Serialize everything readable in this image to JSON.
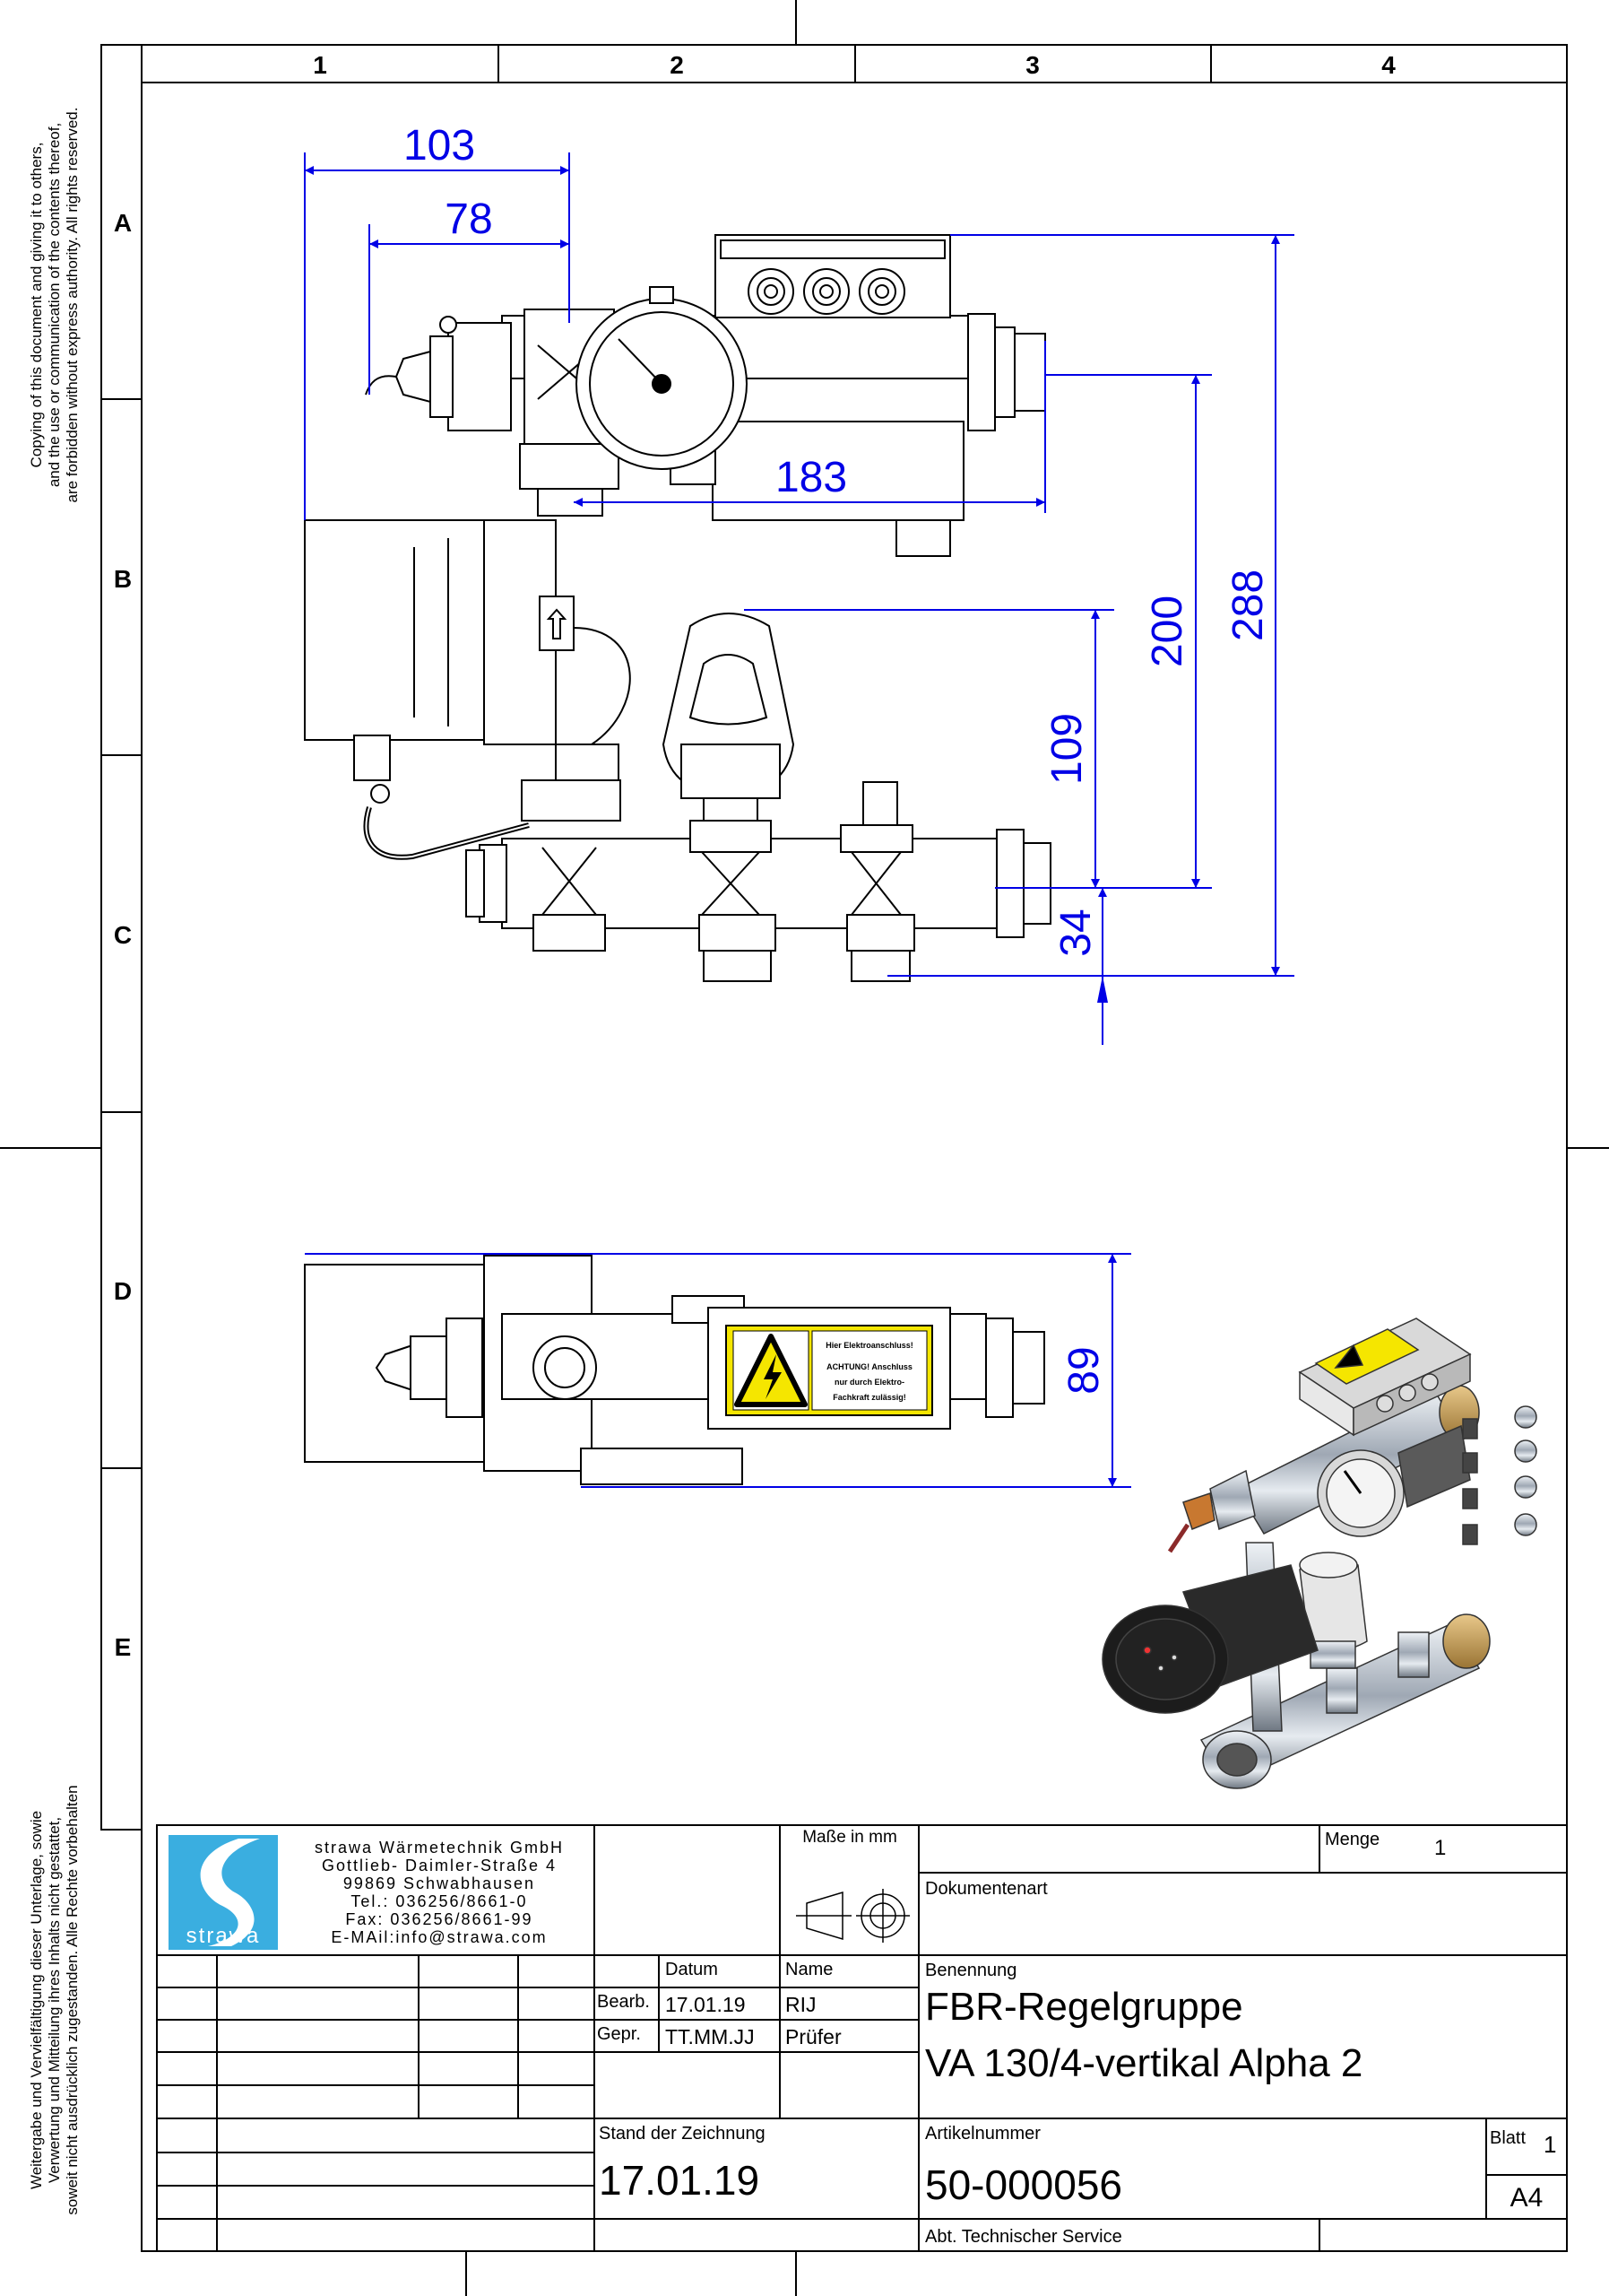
{
  "copyright_notice_en": [
    "Copying of this document and giving it to others,",
    "and the use or communication of the contents thereof,",
    "are forbidden without express authority. All rights reserved."
  ],
  "copyright_notice_de": [
    "Weitergabe und Vervielfältigung dieser Unterlage, sowie",
    "Verwertung und Mitteilung ihres Inhalts nicht gestattet,",
    "soweit nicht ausdrücklich zugestanden. Alle Rechte vorbehalten"
  ],
  "grid": {
    "columns": [
      "1",
      "2",
      "3",
      "4"
    ],
    "rows": [
      "A",
      "B",
      "C",
      "D",
      "E"
    ]
  },
  "dimensions": {
    "d103": "103",
    "d78": "78",
    "d183": "183",
    "d288": "288",
    "d200": "200",
    "d109": "109",
    "d34": "34",
    "d89": "89"
  },
  "warning_label": {
    "line1": "Hier Elektroanschluss!",
    "line2": "ACHTUNG! Anschluss",
    "line3": "nur durch Elektro-",
    "line4": "Fachkraft zulässig!"
  },
  "company": {
    "logo_text": "strawa",
    "name": "strawa Wärmetechnik GmbH",
    "street": "Gottlieb- Daimler-Straße 4",
    "city": "99869 Schwabhausen",
    "tel": "Tel.: 036256/8661-0",
    "fax": "Fax: 036256/8661-99",
    "email": "E-MAil:info@strawa.com"
  },
  "title_block": {
    "units_label": "Maße in mm",
    "quantity_label": "Menge",
    "quantity_value": "1",
    "doc_type_label": "Dokumentenart",
    "date_header": "Datum",
    "name_header": "Name",
    "drawn_label": "Bearb.",
    "drawn_date": "17.01.19",
    "drawn_name": "RIJ",
    "checked_label": "Gepr.",
    "checked_date": "TT.MM.JJ",
    "checked_name": "Prüfer",
    "designation_label": "Benennung",
    "designation_line1": "FBR-Regelgruppe",
    "designation_line2": "VA 130/4-vertikal Alpha 2",
    "status_label": "Stand der Zeichnung",
    "status_date": "17.01.19",
    "article_label": "Artikelnummer",
    "article_number": "50-000056",
    "sheet_label": "Blatt",
    "sheet_number": "1",
    "format": "A4",
    "department": "Abt. Technischer Service"
  },
  "colors": {
    "dimension": "#0000e6",
    "frame": "#000000",
    "logo_blue": "#3aaee0",
    "warning_yellow": "#f5e600",
    "pump_black": "#1c1c1c",
    "chrome": "#c8ccd2"
  }
}
